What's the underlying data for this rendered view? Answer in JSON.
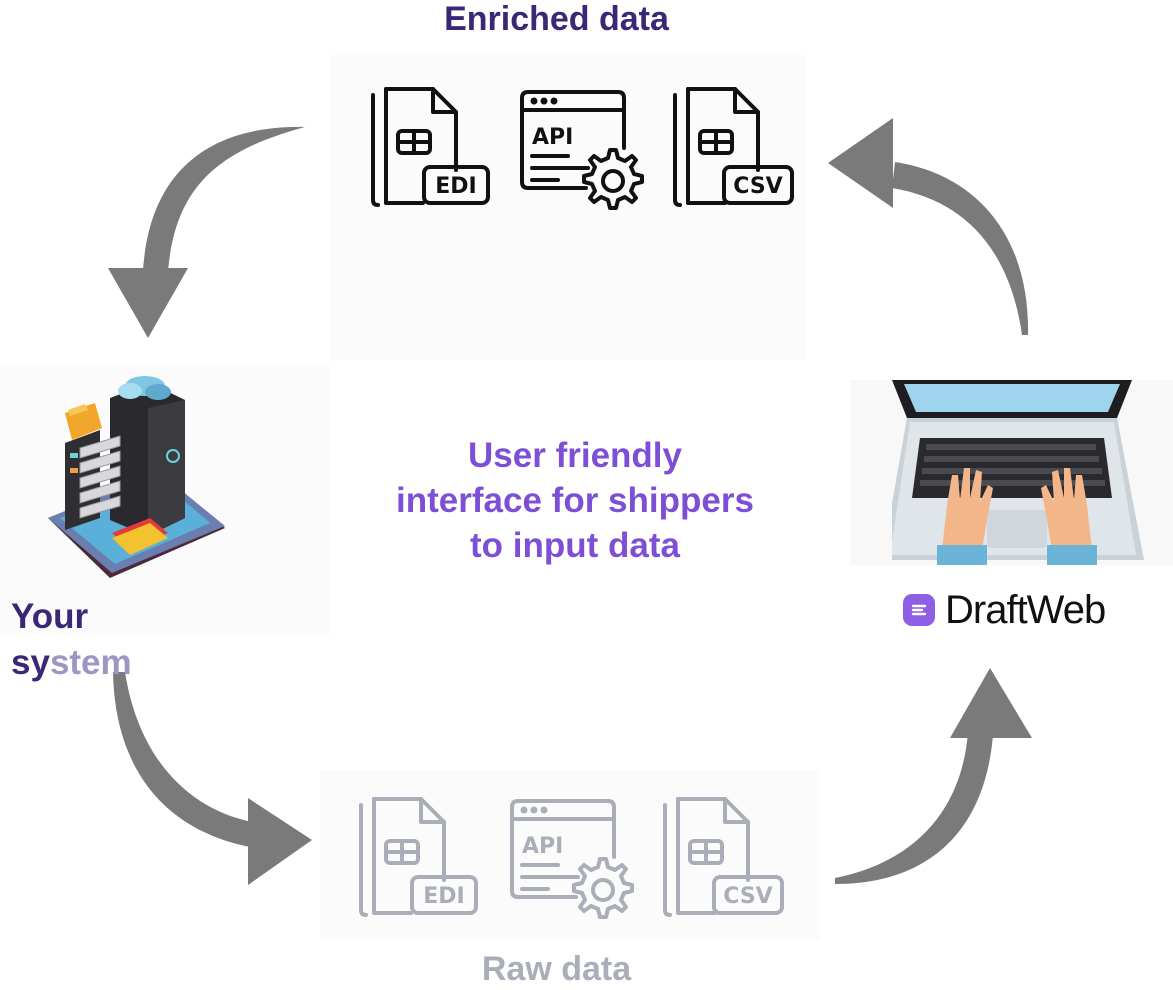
{
  "enriched": {
    "title": "Enriched data",
    "files": [
      {
        "type": "EDI"
      },
      {
        "type": "API"
      },
      {
        "type": "CSV"
      }
    ]
  },
  "raw": {
    "title": "Raw data",
    "files": [
      {
        "type": "EDI"
      },
      {
        "type": "API"
      },
      {
        "type": "CSV"
      }
    ]
  },
  "center": {
    "line1": "User friendly",
    "line2": "interface for shippers",
    "line3": "to input data"
  },
  "system": {
    "line1": "Your",
    "line2_dark": "sy",
    "line2_light": "stem"
  },
  "brand": {
    "name": "DraftWeb"
  },
  "colors": {
    "dark_purple": "#3b2775",
    "accent_purple": "#7c4fd6",
    "arrow_gray": "#7a7a7a",
    "raw_gray": "#a9aeb8"
  },
  "icons": [
    "edi-file-icon",
    "api-window-icon",
    "csv-file-icon",
    "server-building-icon",
    "laptop-typing-icon",
    "cycle-arrow-icon"
  ]
}
